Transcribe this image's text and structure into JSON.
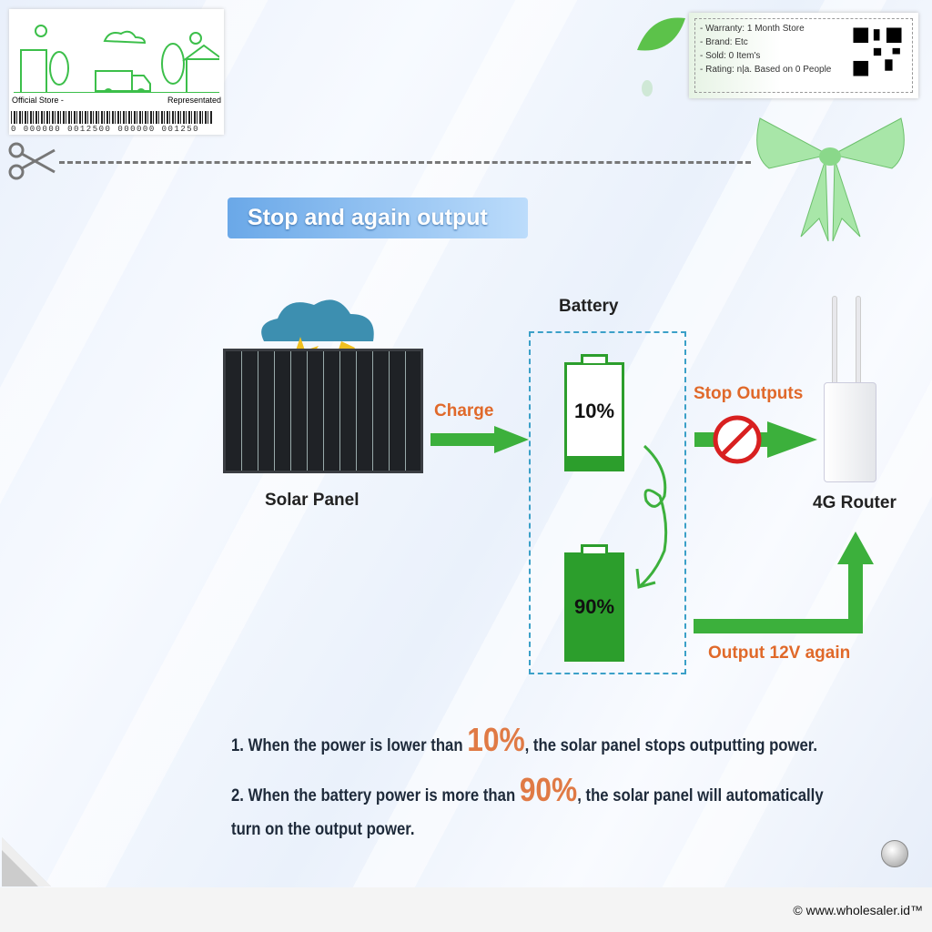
{
  "store_card": {
    "left_label": "Official Store -",
    "right_label": "Representated",
    "barcode_number": "0 000000 0012500 000000 001250"
  },
  "info": {
    "lines": [
      "- Warranty: 1 Month Store",
      "- Brand: Etc",
      "- Sold: 0 Item's",
      "- Rating: n|a. Based on 0 People"
    ]
  },
  "title": "Stop and again output",
  "diagram": {
    "solar_label": "Solar Panel",
    "charge_label": "Charge",
    "battery_label": "Battery",
    "battery_low": "10%",
    "battery_high": "90%",
    "stop_label": "Stop Outputs",
    "router_label": "4G Router",
    "output_label": "Output 12V again",
    "battery_low_level": 10,
    "battery_high_level": 90
  },
  "notes": {
    "n1_pre": "1. When the power is lower than ",
    "n1_val": "10%",
    "n1_post": ", the solar panel stops outputting power.",
    "n2_pre": "2.  When the battery power is more than ",
    "n2_val": "90%",
    "n2_post": ", the solar panel will automatically",
    "n2_line2": "turn on the output power."
  },
  "footer": "© www.wholesaler.id™",
  "colors": {
    "green": "#2c9e2c",
    "orange": "#e0692a",
    "blue": "#6aa8e8"
  }
}
